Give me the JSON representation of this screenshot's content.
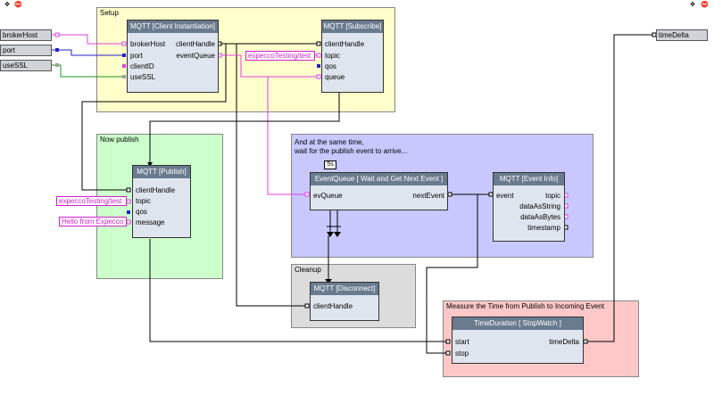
{
  "inputs": {
    "brokerHost": "brokerHost",
    "port": "port",
    "useSSL": "useSSL"
  },
  "output": {
    "timeDelta": "timeDelta"
  },
  "groups": {
    "setup": "Setup",
    "now_publish": "Now publish",
    "same_time": [
      "And at the same time,",
      "wait for the publish event to arrive..."
    ],
    "cleanup": "Cleanup",
    "measure": "Measure the Time from Publish to Incoming Event"
  },
  "blocks": {
    "client_inst": {
      "title": "MQTT [Client Instantiation]",
      "in": [
        "brokerHost",
        "port",
        "clientID",
        "useSSL"
      ],
      "out": [
        "clientHandle",
        "eventQueue"
      ]
    },
    "subscribe": {
      "title": "MQTT [Subscribe]",
      "in": [
        "clientHandle",
        "topic",
        "qos",
        "queue"
      ]
    },
    "publish": {
      "title": "MQTT [Publish]",
      "in": [
        "clientHandle",
        "topic",
        "qos",
        "message"
      ]
    },
    "event_queue": {
      "title": "EventQueue [ Wait and Get Next Event ]",
      "in": [
        "evQueue"
      ],
      "out": [
        "nextEvent"
      ],
      "timeout": "5s"
    },
    "event_info": {
      "title": "MQTT [Event Info]",
      "in": [
        "event"
      ],
      "out": [
        "topic",
        "dataAsString",
        "dataAsBytes",
        "timestamp"
      ]
    },
    "disconnect": {
      "title": "MQTT [Disconnect]",
      "in": [
        "clientHandle"
      ]
    },
    "stopwatch": {
      "title": "TimeDuration [ StopWatch ]",
      "in": [
        "start",
        "stop"
      ],
      "out": [
        "timeDelta"
      ]
    }
  },
  "constants": {
    "subscribe_topic": "expeccoTesting/test",
    "publish_topic": "expeccoTesting/test",
    "publish_message": "Hello from Expecco"
  },
  "toolbar": {
    "left_icons": [
      "add-icon",
      "remove-icon"
    ],
    "right_icons": [
      "add-icon",
      "remove-icon"
    ]
  },
  "colors": {
    "setup_bg": "#ffffcc",
    "publish_bg": "#ccffcc",
    "concurrent_bg": "#c8c8ff",
    "cleanup_bg": "#dcdcdc",
    "measure_bg": "#ffc8c8",
    "block_head": "#6a7b8e",
    "wire_magenta": "#e040e0",
    "wire_blue": "#2020d0",
    "wire_green": "#209020",
    "wire_black": "#000000"
  }
}
